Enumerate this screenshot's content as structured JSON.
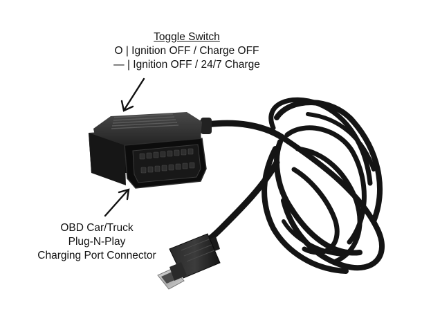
{
  "toggle_switch": {
    "title": "Toggle Switch",
    "line_1": "O | Ignition OFF / Charge OFF",
    "line_2": "— | Ignition OFF / 24/7 Charge"
  },
  "connector_caption": {
    "line_1": "OBD Car/Truck",
    "line_2": "Plug-N-Play",
    "line_3": "Charging Port Connector"
  },
  "colors": {
    "background": "#ffffff",
    "cable": "#141414",
    "plug_body": "#1c1c1c",
    "metal": "#c8c8c8",
    "text": "#111111"
  }
}
